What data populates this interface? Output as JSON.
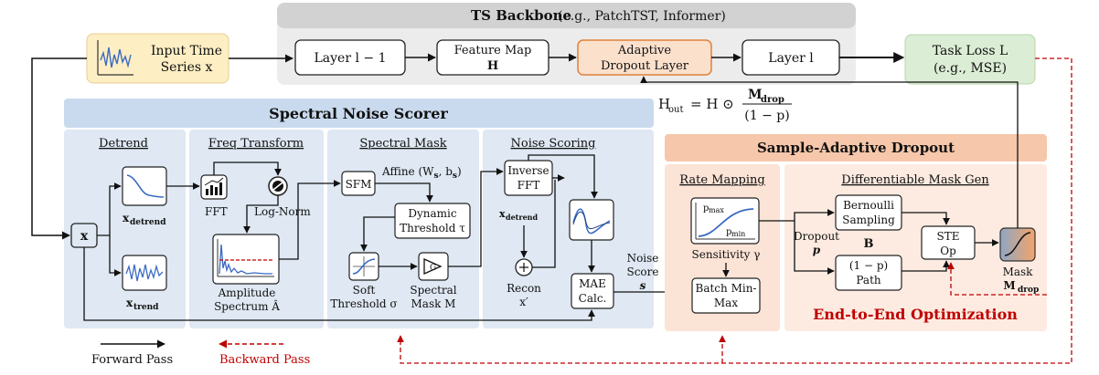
{
  "backbone": {
    "title": "TS Backbone",
    "title_suffix": "(e.g., PatchTST, Informer)",
    "layer_prev": "Layer l − 1",
    "feature_map": "Feature Map",
    "feature_map_sym": "H",
    "adaptive_dropout": [
      "Adaptive",
      "Dropout Layer"
    ],
    "layer_next": "Layer l"
  },
  "input": {
    "line1": "Input Time",
    "line2": "Series x"
  },
  "task_loss": {
    "line1": "Task Loss L",
    "line2": "(e.g., MSE)"
  },
  "formula": {
    "lhs": "H",
    "lhs_sub": "out",
    "rhs": "= H ⊙",
    "numerator": "M",
    "numerator_sub": "drop",
    "denominator": "(1 − p)"
  },
  "spectral_noise_scorer": {
    "title": "Spectral Noise Scorer",
    "detrend": {
      "title": "Detrend",
      "x": "x",
      "detrend_label": "x",
      "detrend_sub": "detrend",
      "trend_label": "x",
      "trend_sub": "trend"
    },
    "freq_transform": {
      "title": "Freq Transform",
      "fft": "FFT",
      "lognorm": "Log-Norm",
      "amplitude": [
        "Amplitude",
        "Spectrum Â"
      ]
    },
    "spectral_mask": {
      "title": "Spectral Mask",
      "sfm": "SFM",
      "affine": "Affine (W",
      "affine_ws": "s",
      "affine_mid": ", b",
      "affine_bs": "s",
      "affine_end": ")",
      "dynamic": [
        "Dynamic",
        "Threshold τ"
      ],
      "soft": [
        "Soft",
        "Threshold σ"
      ],
      "mask": [
        "Spectral",
        "Mask M"
      ],
      "g": "G"
    },
    "noise_scoring": {
      "title": "Noise Scoring",
      "ifft": [
        "Inverse",
        "FFT"
      ],
      "xdet": "x",
      "xdet_sub": "detrend",
      "recon": [
        "Recon",
        "x′"
      ],
      "mae": [
        "MAE",
        "Calc."
      ]
    }
  },
  "noise_score": [
    "Noise",
    "Score",
    "s"
  ],
  "sample_adaptive": {
    "title": "Sample-Adaptive Dropout",
    "rate_mapping": {
      "title": "Rate Mapping",
      "pmax": "p",
      "pmax_sub": "max",
      "pmin": "p",
      "pmin_sub": "min",
      "sensitivity": "Sensitivity γ",
      "batch": [
        "Batch Min-",
        "Max"
      ]
    },
    "mask_gen": {
      "title": "Differentiable Mask Gen",
      "bernoulli": [
        "Bernoulli",
        "Sampling"
      ],
      "dropout": [
        "Dropout",
        "p"
      ],
      "B": "B",
      "path": [
        "(1 − p)",
        "Path"
      ],
      "ste": [
        "STE",
        "Op"
      ],
      "mask": [
        "Mask",
        "M"
      ],
      "mask_sub": "drop"
    },
    "e2e": "End-to-End Optimization"
  },
  "legend": {
    "forward": "Forward Pass",
    "backward": "Backward Pass"
  },
  "colors": {
    "panel_blue": "#dfe8f3",
    "panel_orange": "#fbe3d6",
    "accent_orange": "#c00000",
    "input_yellow": "#fdeec3",
    "loss_green": "#dcedd5"
  }
}
